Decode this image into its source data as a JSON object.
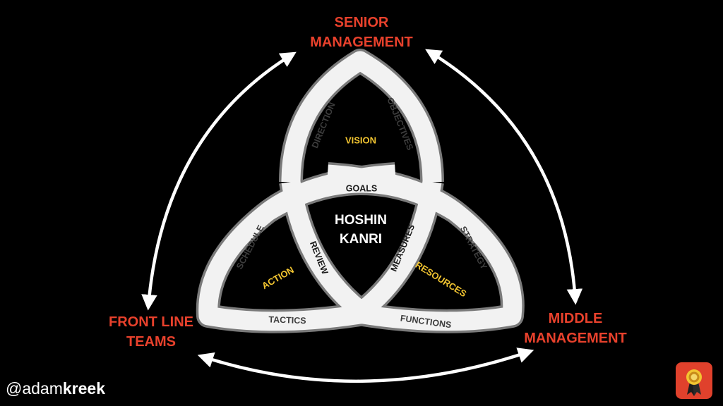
{
  "labels": {
    "senior_line1": "SENIOR",
    "senior_line2": "MANAGEMENT",
    "middle_line1": "MIDDLE",
    "middle_line2": "MANAGEMENT",
    "front_line1": "FRONT LINE",
    "front_line2": "TEAMS",
    "center_line1": "HOSHIN",
    "center_line2": "KANRI"
  },
  "band_labels": {
    "direction": "DIRECTION",
    "objectives": "OBJECTIVES",
    "goals": "GOALS",
    "schedule": "SCHEDULE",
    "review": "REVIEW",
    "measures": "MEASURES",
    "strategy": "STRATEGY",
    "tactics": "TACTICS",
    "functions": "FUNCTIONS"
  },
  "inner_labels": {
    "vision": "VISION",
    "action": "ACTION",
    "resources": "RESOURCES"
  },
  "handle": {
    "prefix": "@adam",
    "bold": "kreek"
  },
  "colors": {
    "background": "#000000",
    "corner_label": "#e8412c",
    "inner_label": "#f2c531",
    "band_text": "#3d3d3d",
    "band_fill": "#f2f2f2",
    "band_outline": "#7a7a7a",
    "center_text": "#ffffff",
    "arrow": "#ffffff",
    "logo_bg": "#e0412c"
  },
  "icons": {
    "logo": "medal-ribbon-icon"
  }
}
